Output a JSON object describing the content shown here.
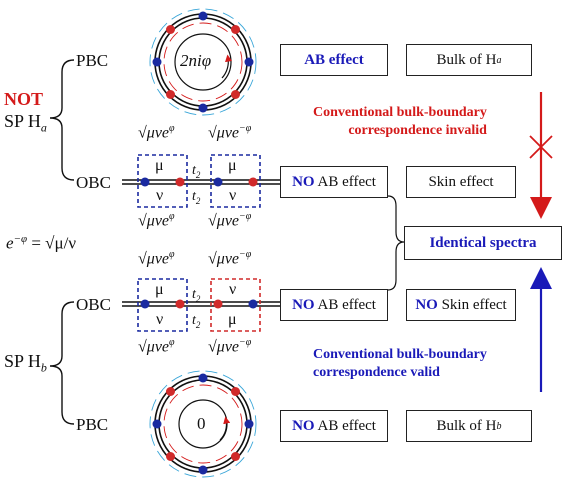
{
  "labels": {
    "pbc_top": "PBC",
    "obc_top": "OBC",
    "obc_bottom": "OBC",
    "pbc_bottom": "PBC",
    "not": "NOT",
    "sp_a": "SP H",
    "sp_a_sub": "a",
    "sp_b": "SP H",
    "sp_b_sub": "b",
    "gauge_lhs": "e",
    "gauge_exp": "−φ",
    "gauge_rhs": "= √μ/ν"
  },
  "rings": {
    "top_flux": "2niφ",
    "bottom_flux": "0"
  },
  "hopping": {
    "plus": "√μνe",
    "plus_exp": "φ",
    "minus": "√μνe",
    "minus_exp": "−φ",
    "t2": "t",
    "t2_sub": "2"
  },
  "cells": {
    "mu": "μ",
    "nu": "ν"
  },
  "boxes": {
    "ab_effect": "AB effect",
    "no": "NO",
    "no_ab_1_rest": " AB effect",
    "no_ab_2_rest": " AB effect",
    "no_ab_3_rest": " AB effect",
    "bulk_a": "Bulk of H",
    "bulk_a_sub": "a",
    "skin": "Skin effect",
    "identical": "Identical spectra",
    "no_skin_rest": " Skin effect",
    "bulk_b": "Bulk of H",
    "bulk_b_sub": "b"
  },
  "notes": {
    "invalid_1": "Conventional bulk-boundary",
    "invalid_2": "correspondence invalid",
    "valid_1": "Conventional bulk-boundary",
    "valid_2": "correspondence valid"
  },
  "colors": {
    "red": "#d41a1a",
    "blue": "#1a1ab8",
    "cyan": "#3aa6d8",
    "dot_red": "#d12a2a",
    "dot_blue": "#1a2aa0"
  }
}
